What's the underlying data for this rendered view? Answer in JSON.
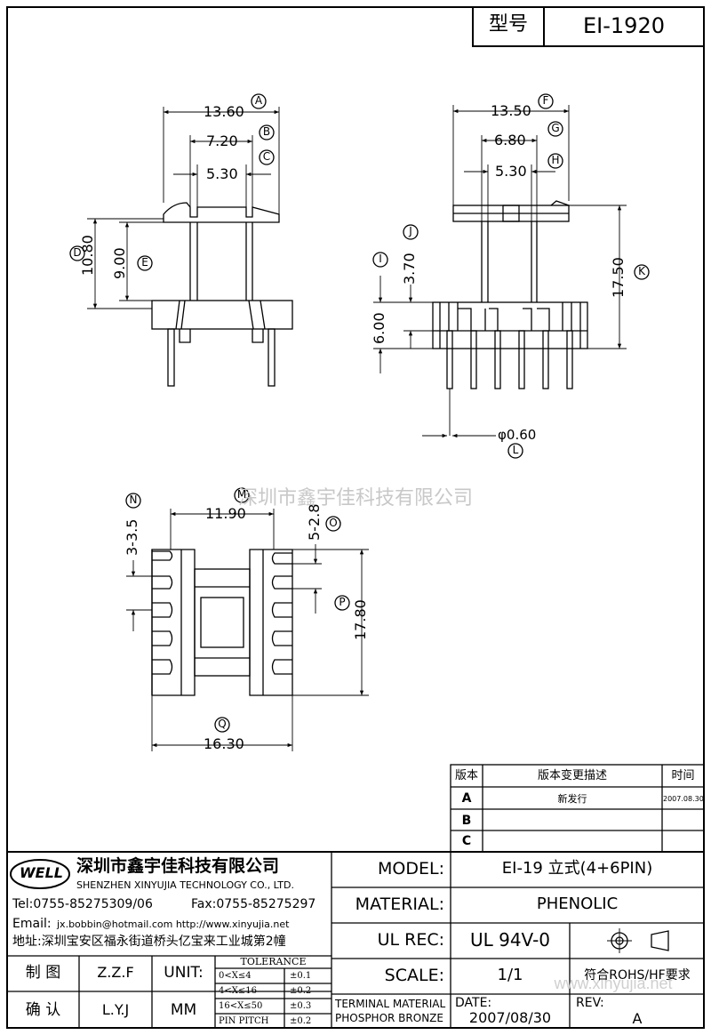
{
  "header": {
    "model_label": "型号",
    "model_value": "EI-1920"
  },
  "watermarks": {
    "company": "深圳市鑫宇佳科技有限公司",
    "site": "www.xinyujia.net"
  },
  "front_view": {
    "dims": {
      "A": "13.60",
      "B": "7.20",
      "C": "5.30",
      "D": "10.80",
      "E": "9.00"
    },
    "labels": {
      "A": "A",
      "B": "B",
      "C": "C",
      "D": "D",
      "E": "E"
    }
  },
  "side_view": {
    "dims": {
      "F": "13.50",
      "G": "6.80",
      "H": "5.30",
      "I": "6.00",
      "J": "3.70",
      "K": "17.50",
      "L": "φ0.60"
    },
    "labels": {
      "F": "F",
      "G": "G",
      "H": "H",
      "I": "I",
      "J": "J",
      "K": "K",
      "L": "L"
    }
  },
  "bottom_view": {
    "dims": {
      "M": "11.90",
      "N": "3-3.5",
      "O": "5-2.8",
      "P": "17.80",
      "Q": "16.30"
    },
    "labels": {
      "M": "M",
      "N": "N",
      "O": "O",
      "P": "P",
      "Q": "Q"
    }
  },
  "revision_table": {
    "headers": {
      "version": "版本",
      "description": "版本变更描述",
      "time": "时间"
    },
    "rows": [
      {
        "version": "A",
        "description": "新发行",
        "time": "2007.08.30"
      },
      {
        "version": "B",
        "description": "",
        "time": ""
      },
      {
        "version": "C",
        "description": "",
        "time": ""
      }
    ]
  },
  "company": {
    "logo_text": "WELL",
    "name_cn": "深圳市鑫宇佳科技有限公司",
    "name_en": "SHENZHEN XINYUJIA TECHNOLOGY CO., LTD.",
    "tel": "Tel:0755-85275309/06",
    "fax": "Fax:0755-85275297",
    "email": "Email:",
    "email_value": "jx.bobbin@hotmail.com http://www.xinyujia.net",
    "address": "地址:深圳宝安区福永街道桥头亿宝来工业城第2幢"
  },
  "title_block": {
    "model_label": "MODEL:",
    "model_value": "EI-19 立式(4+6PIN)",
    "material_label": "MATERIAL:",
    "material_value": "PHENOLIC",
    "ulrec_label": "UL REC:",
    "ulrec_value": "UL 94V-0",
    "scale_label": "SCALE:",
    "scale_value": "1/1",
    "rohs": "符合ROHS/HF要求",
    "terminal_material": "TERMINAL MATERIAL",
    "terminal_value": "PHOSPHOR BRONZE",
    "date_label": "DATE:",
    "date_value": "2007/08/30",
    "rev_label": "REV:",
    "rev_value": "A",
    "drawn_label": "制 图",
    "drawn_value": "Z.Z.F",
    "check_label": "确 认",
    "check_value": "L.Y.J",
    "unit_label": "UNIT:",
    "unit_value": "MM",
    "tolerance_title": "TOLERANCE",
    "tolerances": [
      {
        "range": "0<X≤4",
        "value": "±0.1"
      },
      {
        "range": "4<X≤16",
        "value": "±0.2"
      },
      {
        "range": "16<X≤50",
        "value": "±0.3"
      },
      {
        "range": "PIN PITCH",
        "value": "±0.2"
      }
    ]
  }
}
